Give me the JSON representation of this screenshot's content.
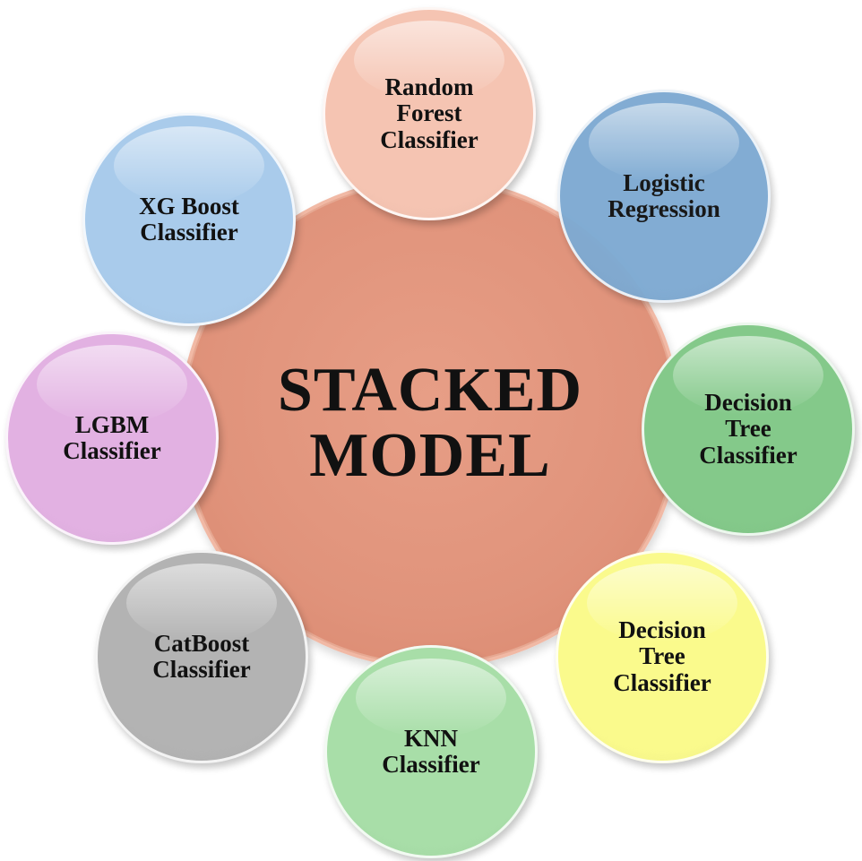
{
  "center": {
    "lines": [
      "STACKED",
      "MODEL"
    ],
    "color": "#e0937b"
  },
  "satellites": [
    {
      "lines": [
        "Random",
        "Forest",
        "Classifier"
      ],
      "color": "#f5c4b2"
    },
    {
      "lines": [
        "Logistic",
        "Regression"
      ],
      "color": "#7eaad2"
    },
    {
      "lines": [
        "Decision",
        "Tree",
        "Classifier"
      ],
      "color": "#84c98a"
    },
    {
      "lines": [
        "Decision",
        "Tree",
        "Classifier"
      ],
      "color": "#fafa8c"
    },
    {
      "lines": [
        "KNN",
        "Classifier"
      ],
      "color": "#a8dea8"
    },
    {
      "lines": [
        "CatBoost",
        "Classifier"
      ],
      "color": "#b3b3b3"
    },
    {
      "lines": [
        "LGBM",
        "Classifier"
      ],
      "color": "#e2b1e2"
    },
    {
      "lines": [
        "XG Boost",
        "Classifier"
      ],
      "color": "#a9cbeb"
    }
  ]
}
